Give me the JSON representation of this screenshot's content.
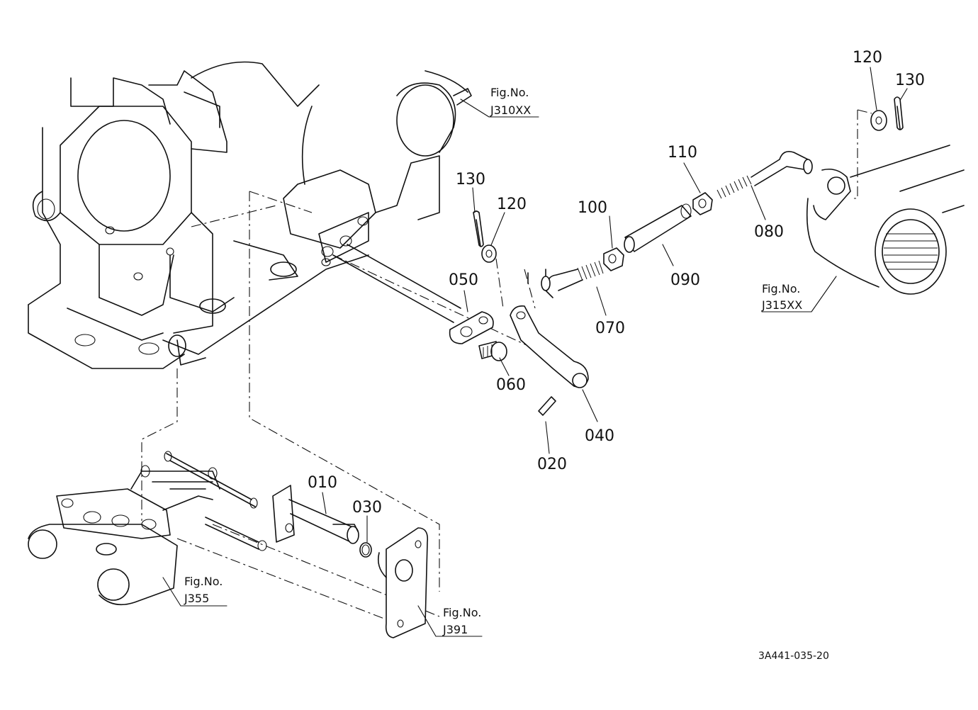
{
  "callouts": {
    "p010": "010",
    "p020": "020",
    "p030": "030",
    "p040": "040",
    "p050": "050",
    "p060": "060",
    "p070": "070",
    "p080": "080",
    "p090": "090",
    "p100": "100",
    "p110": "110",
    "p120_a": "120",
    "p130_a": "130",
    "p120_b": "120",
    "p130_b": "130"
  },
  "figure_refs": {
    "j310": {
      "line1": "Fig.No.",
      "line2": "J310XX"
    },
    "j315": {
      "line1": "Fig.No.",
      "line2": "J315XX"
    },
    "j355": {
      "line1": "Fig.No.",
      "line2": "J355"
    },
    "j391": {
      "line1": "Fig.No.",
      "line2": "J391"
    }
  },
  "drawing_code": "3A441-035-20"
}
